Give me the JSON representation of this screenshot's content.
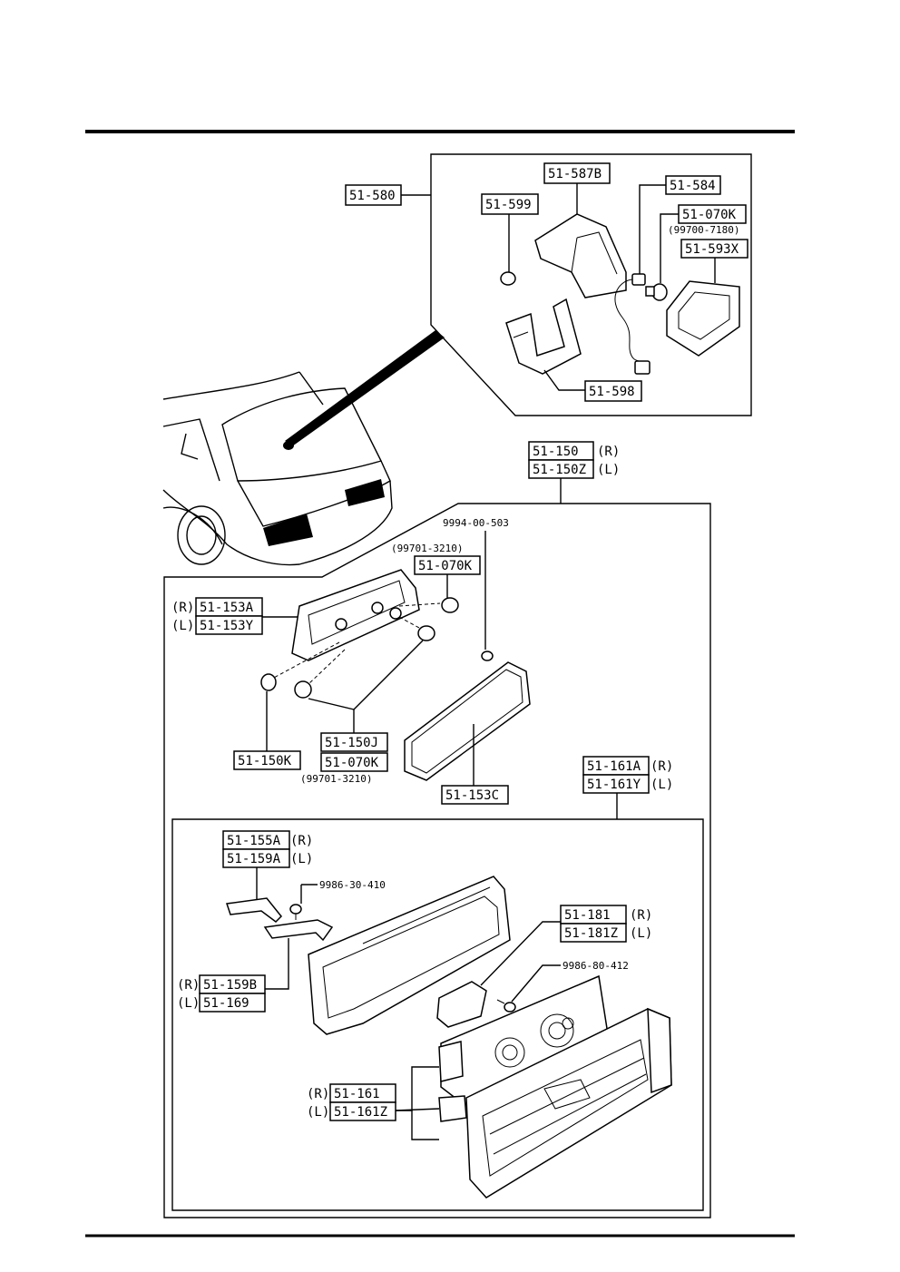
{
  "labels": {
    "assy_580": "51-580",
    "p_587b": "51-587B",
    "p_599": "51-599",
    "p_584": "51-584",
    "p_070k_top": "51-070K",
    "n_7180": "(99700-7180)",
    "p_593x": "51-593X",
    "p_598": "51-598",
    "p_150_r": "51-150",
    "p_150z_l": "51-150Z",
    "side_r_150": "(R)",
    "side_l_150": "(L)",
    "n_9994": "9994-00-503",
    "n_3210_a": "(99701-3210)",
    "p_070k_mid": "51-070K",
    "side_r_153": "(R)",
    "p_153a": "51-153A",
    "side_l_153": "(L)",
    "p_153y": "51-153Y",
    "p_150j": "51-150J",
    "p_070k_low": "51-070K",
    "n_3210_b": "(99701-3210)",
    "p_150k": "51-150K",
    "p_153c": "51-153C",
    "p_161a": "51-161A",
    "side_r_161a": "(R)",
    "p_161y": "51-161Y",
    "side_l_161y": "(L)",
    "p_155a": "51-155A",
    "side_r_155": "(R)",
    "p_159a": "51-159A",
    "side_l_159a": "(L)",
    "n_9986_410": "9986-30-410",
    "p_181": "51-181",
    "side_r_181": "(R)",
    "p_181z": "51-181Z",
    "side_l_181": "(L)",
    "n_9986_412": "9986-80-412",
    "side_r_159b": "(R)",
    "p_159b": "51-159B",
    "side_l_169": "(L)",
    "p_169": "51-169",
    "side_r_161": "(R)",
    "p_161": "51-161",
    "side_l_161z": "(L)",
    "p_161z": "51-161Z"
  }
}
